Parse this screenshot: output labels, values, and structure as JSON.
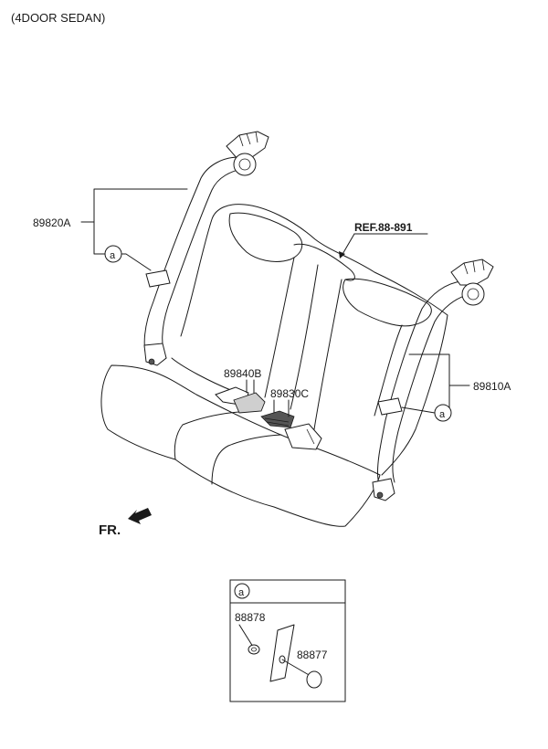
{
  "header": {
    "variant": "(4DOOR SEDAN)"
  },
  "callouts": {
    "belt_left": "89820A",
    "belt_right": "89810A",
    "buckle_left": "89840B",
    "buckle_center": "89830C",
    "ref": "REF.88-891",
    "front_direction": "FR.",
    "marker_letter": "a"
  },
  "detail_box": {
    "marker_letter": "a",
    "part_upper": "88878",
    "part_lower": "88877"
  }
}
